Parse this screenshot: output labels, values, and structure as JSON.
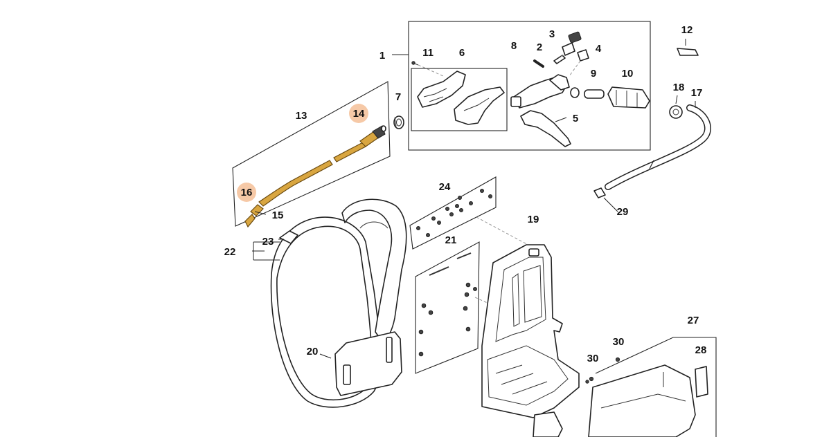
{
  "diagram": {
    "colors": {
      "highlight": "#f6c9a7",
      "lance": "#d9a640",
      "line": "#222222"
    },
    "labels": {
      "p1": "1",
      "p2": "2",
      "p3": "3",
      "p4": "4",
      "p5": "5",
      "p6": "6",
      "p7": "7",
      "p8": "8",
      "p9": "9",
      "p10": "10",
      "p11": "11",
      "p12": "12",
      "p13": "13",
      "p14": "14",
      "p15": "15",
      "p16": "16",
      "p17": "17",
      "p18": "18",
      "p19": "19",
      "p20": "20",
      "p21": "21",
      "p22": "22",
      "p23": "23",
      "p24": "24",
      "p27": "27",
      "p28": "28",
      "p29": "29",
      "p30a": "30",
      "p30b": "30"
    },
    "highlighted_parts": [
      "14",
      "16"
    ]
  }
}
